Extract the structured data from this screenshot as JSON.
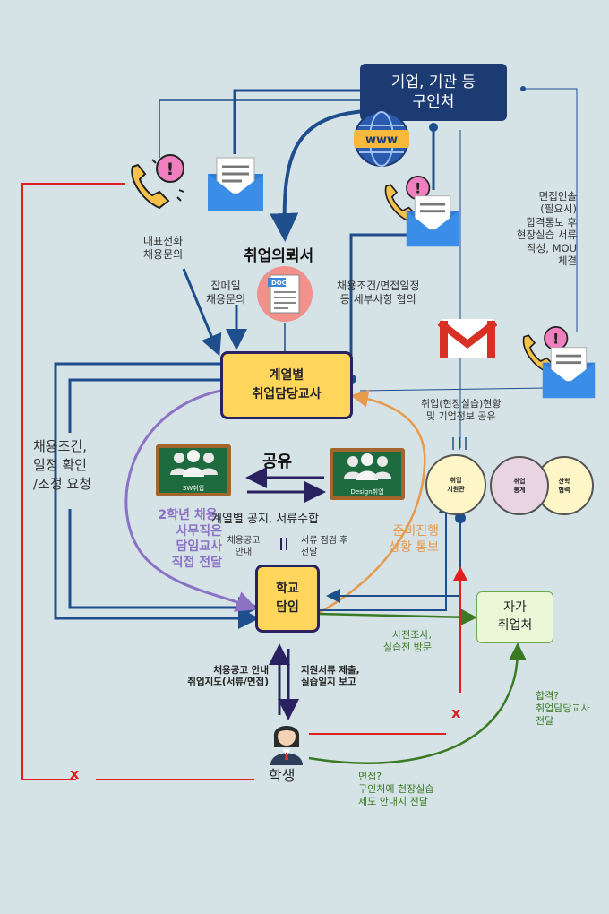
{
  "nodes": {
    "company": "기업, 기관 등\n구인처",
    "teacher": "계열별\n취업담당교사",
    "homeroom": "학교\n담임",
    "self_employer": "자가\n취업처",
    "student": "학생",
    "center": "취업\n지원관",
    "stats": "취업\n통계",
    "industry": "산학\n협력",
    "sw_board": "SW취업",
    "design_board": "Design취업",
    "doc_icon": "DOC"
  },
  "labels": {
    "request_letter": "취업의뢰서",
    "rep_phone": "대표전화\n채용문의",
    "job_mail": "잡메일\n채용문의",
    "conditions": "채용조건/면접일정\n등 세부사항 협의",
    "interview": "면접인솔\n(필요시)\n합격통보 후\n현장실습 서류\n작성, MOU\n체결",
    "status_share": "취업(현장실습)현황\n및 기업정보 공유",
    "confirm_request": "채용조건,\n일정 확인\n/조정 요청",
    "share": "공유",
    "second_year": "2학년 채용,\n사무직은\n담임교사\n직접 전달",
    "notice": "계열별 공지, 서류수합",
    "job_notice_guide": "채용공고\n안내",
    "doc_check": "서류 점검 후\n전달",
    "progress_report": "준비진행\n상황 통보",
    "pre_survey": "사전조사,\n실습전 방문",
    "guide_student": "채용공고 안내\n취업지도(서류/면접)",
    "submit_docs": "지원서류 제출,\n실습일지 보고",
    "pass": "합격?\n취업담당교사\n전달",
    "interview_q": "면접?\n구인처에 현장실습\n제도 안내지 전달",
    "x1": "x",
    "x2": "x"
  },
  "colors": {
    "navy": "#1f4e8c",
    "dark_navy": "#1d3b73",
    "purple": "#8b72c4",
    "orange": "#e89a4c",
    "red": "#e02020",
    "green": "#3a7a25",
    "yellow": "#ffd55c",
    "light_green": "#eaf8d8",
    "mint": "#fff6c8",
    "pink": "#e9d4e2",
    "board_green": "#1e6b40",
    "board_brown": "#a2652e",
    "gmail_red": "#d93025"
  }
}
